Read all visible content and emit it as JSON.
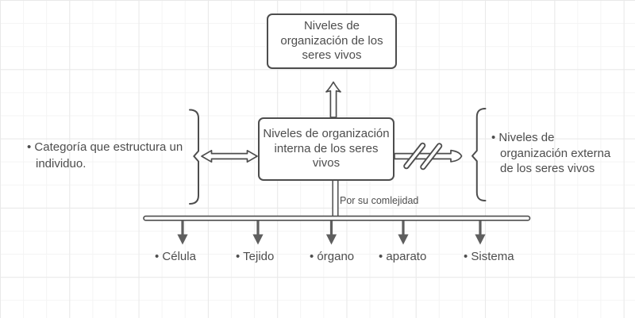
{
  "colors": {
    "stroke": "#4d4d4d",
    "text": "#4d4d4d",
    "solid_arrow": "#5e5e5e",
    "background": "#ffffff",
    "grid_minor": "#f4f4f4",
    "grid_major": "#e9e9e9"
  },
  "top_box": {
    "text": "Niveles de organización de los seres vivos"
  },
  "center_box": {
    "text": "Niveles de organización interna de los seres vivos"
  },
  "left_note": {
    "lines": [
      "• Categoría que estructura un",
      "individuo."
    ]
  },
  "right_note": {
    "lines": [
      "• Niveles de",
      "organización externa",
      "de los seres vivos"
    ]
  },
  "branch_label": {
    "text": "Por su comlejidad"
  },
  "items": [
    {
      "label": "• Célula"
    },
    {
      "label": "• Tejido"
    },
    {
      "label": "• órgano"
    },
    {
      "label": "• aparato"
    },
    {
      "label": "• Sistema"
    }
  ]
}
